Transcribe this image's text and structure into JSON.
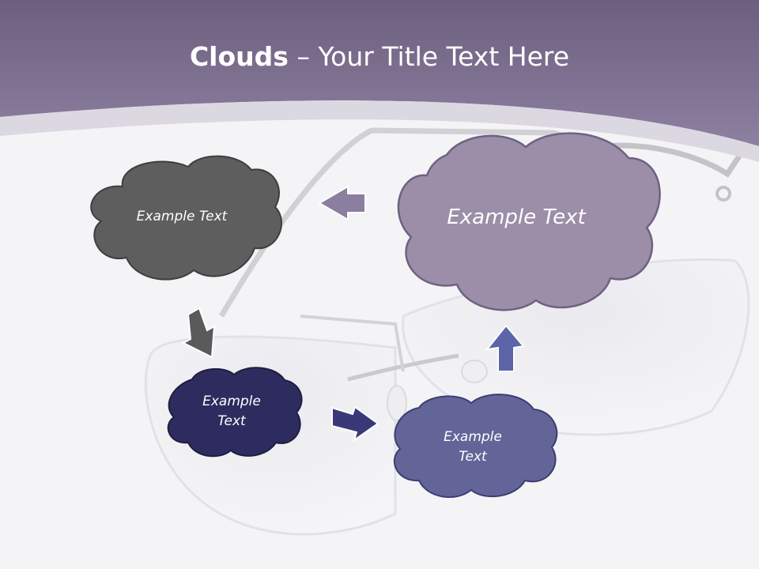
{
  "title": {
    "bold": "Clouds",
    "dash": " – ",
    "rest": "Your Title Text Here"
  },
  "clouds": [
    {
      "id": "gray",
      "text": "Example Text",
      "color": "#5e5e5e"
    },
    {
      "id": "purple-large",
      "text": "Example Text",
      "color": "#9c8ea9"
    },
    {
      "id": "navy",
      "line1": "Example",
      "line2": "Text",
      "color": "#2e2c5e"
    },
    {
      "id": "blue",
      "line1": "Example",
      "line2": "Text",
      "color": "#636599"
    }
  ],
  "colors": {
    "header": "#7c6e8e",
    "arrow_purple": "#8b7ea0",
    "arrow_gray": "#5a5a5a",
    "arrow_navy": "#3a3878",
    "arrow_blue": "#5d64a8"
  }
}
